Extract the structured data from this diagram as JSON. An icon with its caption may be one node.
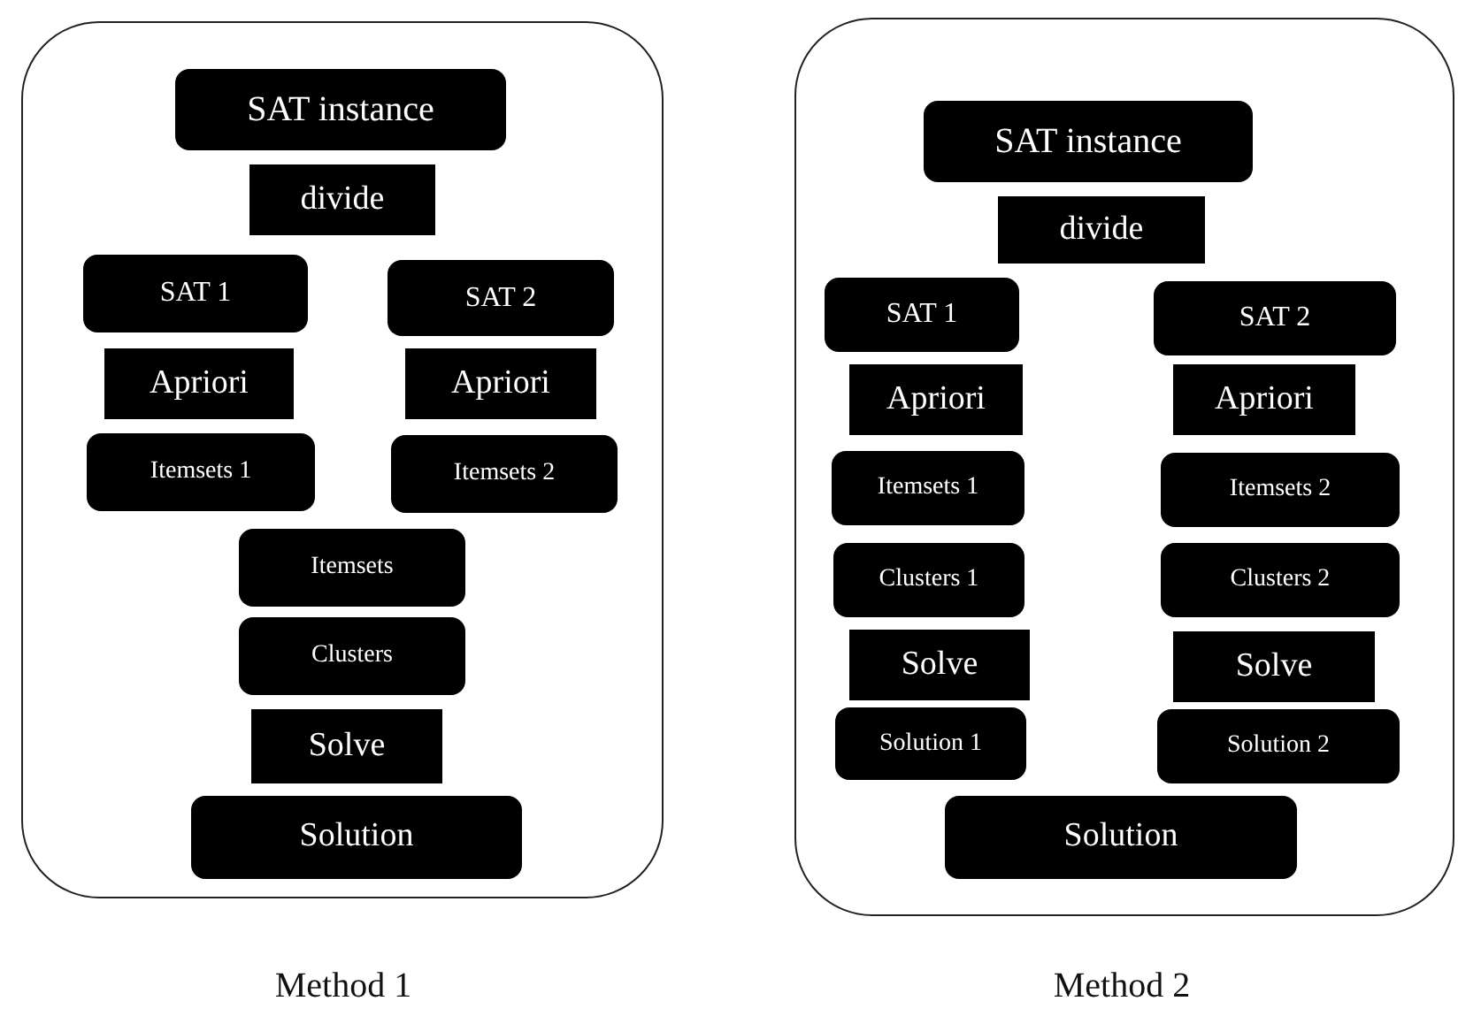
{
  "diagram": {
    "nodes": [
      {
        "text": [],
        "shape": "box",
        "beside": [
          "Method 1"
        ]
      },
      {
        "text": [
          "SAT instance"
        ],
        "in": 0
      },
      {
        "text": [
          "divide"
        ],
        "in": 0
      },
      {
        "text": [
          "SAT 1"
        ],
        "in": 0
      },
      {
        "text": [
          "SAT 2"
        ],
        "in": 0
      },
      {
        "text": [
          "Apriori"
        ],
        "in": 0
      },
      {
        "text": [
          "Apriori"
        ],
        "in": 0
      },
      {
        "text": [
          "Itemsets 1"
        ],
        "in": 0
      },
      {
        "text": [
          "Itemsets 2"
        ],
        "in": 0
      },
      {
        "text": [
          "Itemsets"
        ],
        "in": 0
      },
      {
        "text": [
          "Clusters"
        ],
        "in": 0
      },
      {
        "text": [
          "Solve"
        ],
        "in": 0
      },
      {
        "text": [
          "Solution"
        ],
        "in": 0
      },
      {
        "text": [],
        "shape": "box",
        "beside": [
          "Method 2"
        ]
      },
      {
        "text": [
          "SAT instance"
        ],
        "in": 13
      },
      {
        "text": [
          "divide"
        ],
        "in": 13
      },
      {
        "text": [
          "SAT 1"
        ],
        "in": 13
      },
      {
        "text": [
          "SAT 2"
        ],
        "in": 13
      },
      {
        "text": [
          "Apriori"
        ],
        "in": 13
      },
      {
        "text": [
          "Apriori"
        ],
        "in": 13
      },
      {
        "text": [
          "Itemsets 1"
        ],
        "in": 13
      },
      {
        "text": [
          "Itemsets 2"
        ],
        "in": 13
      },
      {
        "text": [
          "Clusters 1"
        ],
        "in": 13
      },
      {
        "text": [
          "Clusters 2"
        ],
        "in": 13
      },
      {
        "text": [
          "Solve"
        ],
        "in": 13
      },
      {
        "text": [
          "Solve"
        ],
        "in": 13
      },
      {
        "text": [
          "Solution 1"
        ],
        "in": 13
      },
      {
        "text": [
          "Solution 2"
        ],
        "in": 13
      },
      {
        "text": [
          "Solution"
        ],
        "in": 13
      }
    ]
  }
}
